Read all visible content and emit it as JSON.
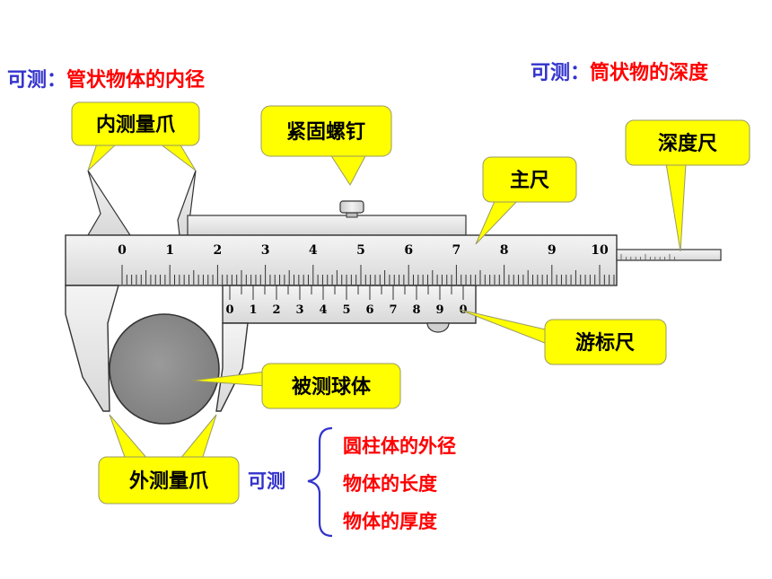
{
  "headers": {
    "left_prefix": "可测：",
    "left_text": "管状物体的内径",
    "right_prefix": "可测：",
    "right_text": "筒状物的深度"
  },
  "callouts": {
    "inner_jaw": "内测量爪",
    "lock_screw": "紧固螺钉",
    "depth_rod": "深度尺",
    "main_scale": "主尺",
    "vernier": "游标尺",
    "ball": "被测球体",
    "outer_jaw": "外测量爪"
  },
  "main_scale_labels": [
    "0",
    "1",
    "2",
    "3",
    "4",
    "5",
    "6",
    "7",
    "8",
    "9",
    "10"
  ],
  "vernier_labels": [
    "0",
    "1",
    "2",
    "3",
    "4",
    "5",
    "6",
    "7",
    "8",
    "9",
    "0"
  ],
  "measurable": {
    "label": "可测",
    "items": [
      "圆柱体的外径",
      "物体的长度",
      "物体的厚度"
    ]
  },
  "colors": {
    "blue_text": "#3333cc",
    "red_text": "#ff0000",
    "callout_fill": "#ffff00",
    "callout_stroke": "#999966",
    "caliper_body": "#e6e6e6",
    "ball_fill": "#8c8c8c"
  }
}
